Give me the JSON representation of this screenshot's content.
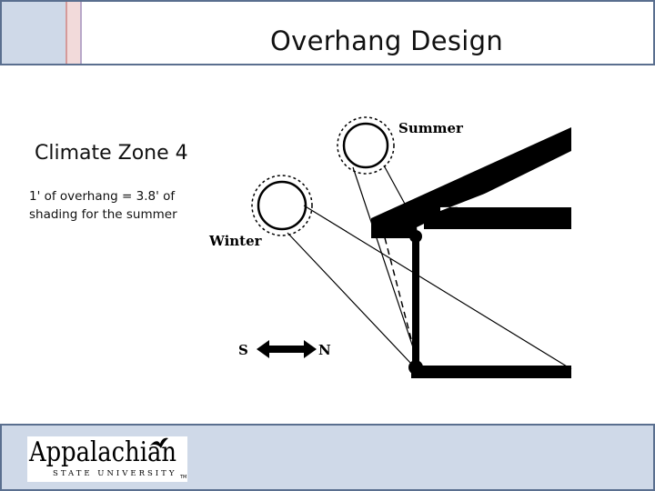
{
  "slide": {
    "title": "Overhang Design",
    "subheading": "Climate Zone 4",
    "note": "1' of overhang = 3.8' of shading for the summer"
  },
  "diagram": {
    "summer_label": "Summer",
    "winter_label": "Winter",
    "south_label": "S",
    "north_label": "N"
  },
  "footer": {
    "logo_name": "Appalachian",
    "logo_subtitle": "STATE UNIVERSITY",
    "logo_tm": "TM"
  },
  "colors": {
    "header_border": "#5a6f8f",
    "header_accent": "#cfd9e8",
    "footer_background": "#cfd9e8"
  }
}
